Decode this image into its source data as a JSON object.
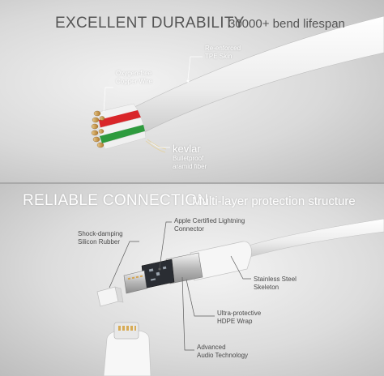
{
  "top": {
    "title_main": "EXCELLENT DURABILITY",
    "title_sub": "30000+ bend lifespan",
    "labels": {
      "skin_line1": "Re-enforced",
      "skin_line2": "TPE Skin",
      "wire_line1": "Oxygen-free",
      "wire_line2": "Copper Wire",
      "kevlar_title": "kevlar",
      "kevlar_line1": "Bulletproof",
      "kevlar_line2": "aramid fiber"
    }
  },
  "bottom": {
    "title_main": "RELIABLE CONNECTION",
    "title_sub": "Multi-layer protection structure",
    "labels": {
      "shock_line1": "Shock-damping",
      "shock_line2": "Silicon Rubber",
      "apple_line1": "Apple Certified Lightning",
      "apple_line2": "Connector",
      "steel_line1": "Stainless Steel",
      "steel_line2": "Skeleton",
      "hdpe_line1": "Ultra-protective",
      "hdpe_line2": "HDPE Wrap",
      "audio_line1": "Advanced",
      "audio_line2": "Audio Technology"
    }
  },
  "colors": {
    "title_dark": "#555555",
    "title_light": "#ffffff",
    "wire_red": "#d9262a",
    "wire_green": "#2e9b3e",
    "copper": "#c98b3d"
  }
}
